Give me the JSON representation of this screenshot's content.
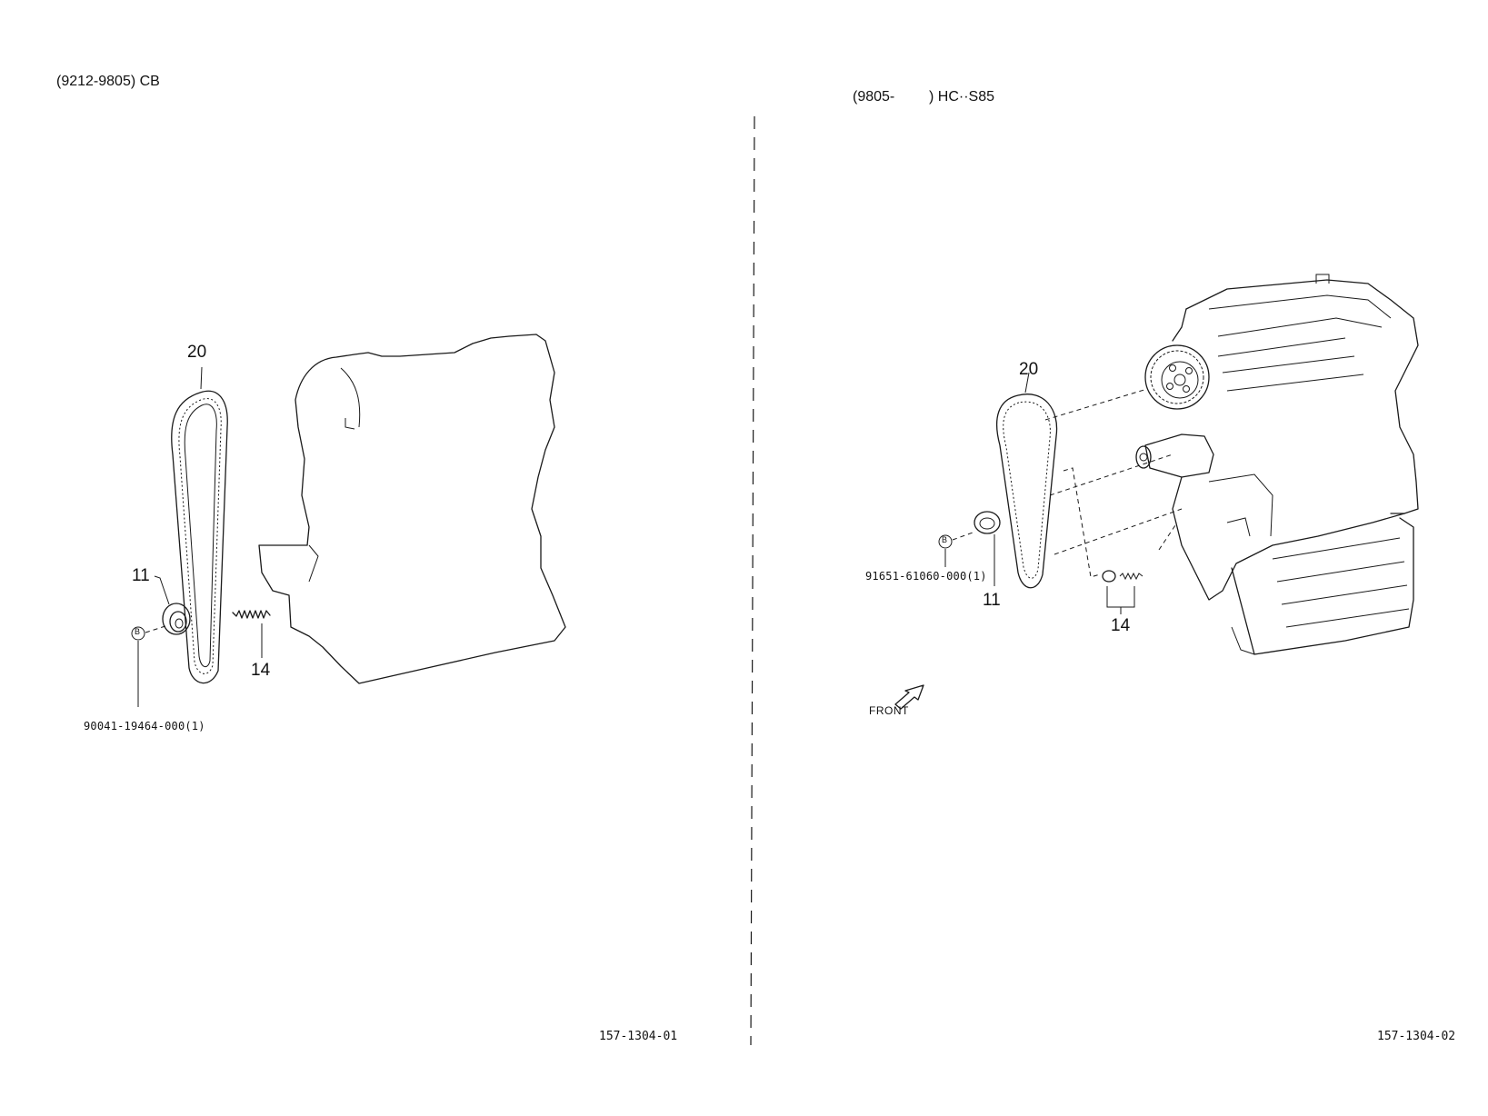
{
  "left": {
    "header": "(9212-9805) CB",
    "callouts": {
      "belt": "20",
      "tensioner": "11",
      "spring": "14"
    },
    "bolt_symbol": "B",
    "bolt_part_number": "90041-19464-000(1)",
    "page_code": "157-1304-01"
  },
  "right": {
    "header_start": "(9805-",
    "header_end": ") HC··S85",
    "callouts": {
      "belt": "20",
      "tensioner": "11",
      "spring": "14"
    },
    "bolt_symbol": "B",
    "bolt_part_number": "91651-61060-000(1)",
    "front_label": "FRONT",
    "page_code": "157-1304-02"
  },
  "icons": {
    "front_arrow": "front-arrow-icon",
    "bolt": "bolt-circle-icon"
  }
}
